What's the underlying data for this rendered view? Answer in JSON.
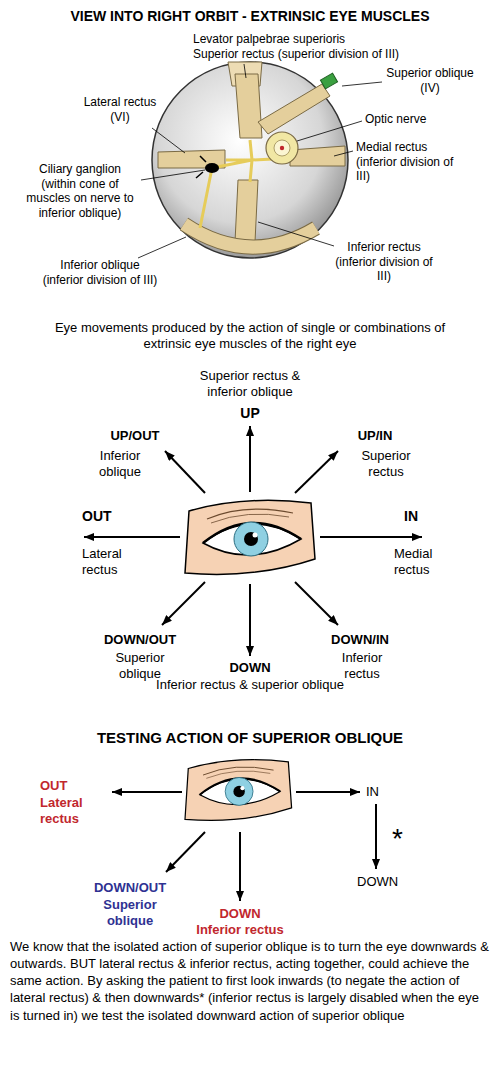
{
  "diagram": {
    "title": "VIEW INTO RIGHT ORBIT - EXTRINSIC EYE MUSCLES",
    "caption": "We know that the isolated action of superior oblique is to turn the eye downwards & outwards. BUT lateral rectus & inferior rectus, acting together, could achieve the same action. By asking the patient to first look inwards (to negate the action of lateral rectus) & then downwards* (inferior rectus is largely disabled when the eye is turned in) we test the isolated downward action of superior oblique",
    "labels": [
      "Levator palpebrae superioris",
      "Superior rectus (superior division of III)",
      "Superior oblique (IV)",
      "Optic nerve",
      "Lateral rectus (VI)",
      "Ciliary ganglion (within cone of muscles on nerve to inferior oblique)",
      "Medial rectus (inferior division of III)",
      "Inferior oblique (inferior division of III)",
      "Inferior rectus (inferior division of III)",
      "Eye movements produced by the action of single or combinations of extrinsic eye muscles of the right eye",
      "Superior rectus & inferior oblique",
      "UP",
      "UP/OUT",
      "Inferior oblique",
      "UP/IN",
      "Superior rectus",
      "OUT",
      "Lateral rectus",
      "IN",
      "Medial rectus",
      "DOWN/OUT",
      "Superior oblique",
      "DOWN",
      "Inferior rectus & superior oblique",
      "DOWN/IN",
      "Inferior rectus",
      "TESTING ACTION OF SUPERIOR OBLIQUE",
      "OUT",
      "Lateral rectus",
      "IN",
      "*",
      "DOWN",
      "DOWN/OUT",
      "Superior oblique",
      "DOWN",
      "Inferior rectus"
    ]
  }
}
